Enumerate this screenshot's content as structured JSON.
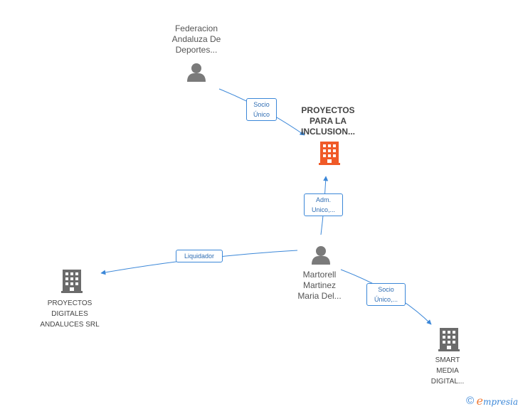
{
  "nodes": {
    "federacion": {
      "label": "Federacion\nAndaluza De\nDeportes...",
      "icon": "person-icon"
    },
    "proyectos_inclusion": {
      "label": "PROYECTOS\nPARA LA\nINCLUSION...",
      "icon": "building-icon"
    },
    "martorell": {
      "label": "Martorell\nMartinez\nMaria Del...",
      "icon": "person-icon"
    },
    "proyectos_digitales": {
      "label": "PROYECTOS\nDIGITALES\nANDALUCES SRL",
      "icon": "building-icon"
    },
    "smart_media": {
      "label": "SMART\nMEDIA\nDIGITAL...",
      "icon": "building-icon"
    }
  },
  "edges": {
    "socio_unico_1": {
      "label": "Socio\nÚnico"
    },
    "adm_unico": {
      "label": "Adm.\nUnico,..."
    },
    "liquidador": {
      "label": "Liquidador"
    },
    "socio_unico_2": {
      "label": "Socio\nÚnico,..."
    }
  },
  "footer": {
    "copyright": "©",
    "brand_first": "e",
    "brand_rest": "mpresia"
  },
  "colors": {
    "edge": "#3b87d8",
    "highlight_building": "#f05a28",
    "building": "#6b6b6b",
    "person": "#7a7a7a"
  }
}
